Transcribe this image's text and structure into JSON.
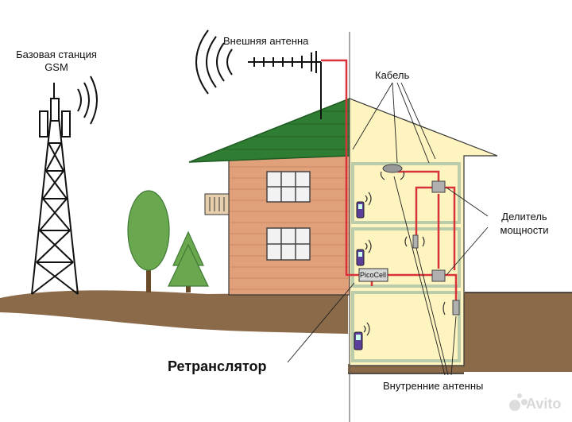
{
  "labels": {
    "base_station": "Базовая станция",
    "gsm": "GSM",
    "external_antenna": "Внешняя антенна",
    "cable": "Кабель",
    "power_splitter_line1": "Делитель",
    "power_splitter_line2": "мощности",
    "repeater": "Ретранслятор",
    "internal_antennas": "Внутренние антенны",
    "picocell": "PicoCell"
  },
  "watermark": "Avito",
  "colors": {
    "ground": "#8a6a48",
    "brick": "#e0a07a",
    "roof": "#2f7d32",
    "interior": "#fdf4c0",
    "cable": "#d8323a",
    "tree": "#6aa84f"
  }
}
